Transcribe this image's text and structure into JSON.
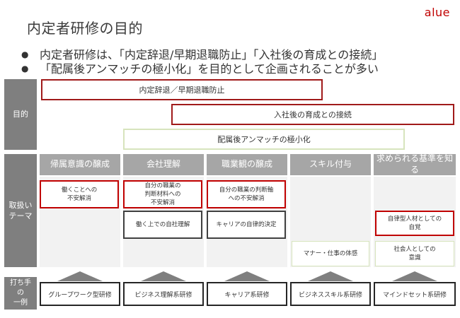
{
  "slide": {
    "title": "内定者研修の目的",
    "logo": "alue",
    "bullets": [
      "内定者研修は、「内定辞退/早期退職防止」「入社後の育成との接続」",
      "「配属後アンマッチの極小化」を目的として企画されることが多い"
    ]
  },
  "diagram": {
    "row_labels": {
      "purpose": "目的",
      "themes": "取扱い\nテーマ",
      "examples": "打ち手\nの\n一例"
    },
    "purpose_bars": [
      {
        "label": "内定辞退／早期退職防止",
        "color": "#a01a1a"
      },
      {
        "label": "入社後の育成との接続",
        "color": "#a01a1a"
      },
      {
        "label": "配属後アンマッチの極小化",
        "color": "#d7e4bd"
      }
    ],
    "columns": [
      {
        "header": "帰属意識の醸成",
        "themes": [
          {
            "label": "働くことへの\n不安解消",
            "style": "red"
          }
        ],
        "example": "グループワーク型研修"
      },
      {
        "header": "会社理解",
        "themes": [
          {
            "label": "自分の職業の\n判断材料への\n不安解消",
            "style": "red"
          },
          {
            "label": "働く上での自社理解",
            "style": "dark"
          }
        ],
        "example": "ビジネス理解系研修"
      },
      {
        "header": "職業観の醸成",
        "themes": [
          {
            "label": "自分の職業の判断軸\nへの不安解消",
            "style": "red"
          },
          {
            "label": "キャリアの自律的決定",
            "style": "dark"
          }
        ],
        "example": "キャリア系研修"
      },
      {
        "header": "スキル付与",
        "themes": [
          {
            "label": "マナー・仕事の体感",
            "style": "green"
          }
        ],
        "example": "ビジネススキル系研修"
      },
      {
        "header": "求められる基準を知る",
        "themes": [
          {
            "label": "自律型人材としての\n自覚",
            "style": "red"
          },
          {
            "label": "社会人としての\n意識",
            "style": "green"
          }
        ],
        "example": "マインドセット系研修"
      }
    ],
    "colors": {
      "side": "#7f7f7f",
      "header": "#a6a6a6",
      "red": "#c00000",
      "green": "#d7e4bd",
      "dark": "#404040"
    }
  }
}
